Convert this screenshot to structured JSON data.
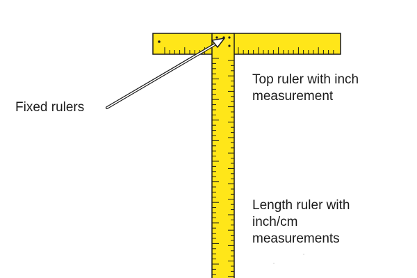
{
  "labels": {
    "fixed_rulers": "Fixed rulers",
    "top_ruler": [
      "Top ruler with inch",
      "measurement"
    ],
    "length_ruler": [
      "Length ruler with",
      "inch/cm",
      "measurements"
    ]
  },
  "colors": {
    "ruler_fill": "#FFE619",
    "ruler_outline": "#1a1a1a",
    "tick": "#1a1a1a",
    "text": "#1a1a1a",
    "background": "#ffffff"
  }
}
